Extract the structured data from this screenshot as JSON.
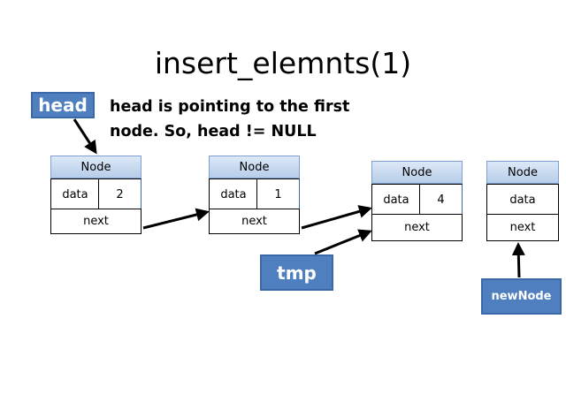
{
  "title": "insert_elemnts(1)",
  "head_label": "head",
  "note": {
    "line1": "head is pointing to the first",
    "line2": "node. So, head != NULL"
  },
  "tmp_label": "tmp",
  "newnode_label": "newNode",
  "nodes": [
    {
      "caption": "Node",
      "data_label": "data",
      "value": "2",
      "next_label": "next"
    },
    {
      "caption": "Node",
      "data_label": "data",
      "value": "1",
      "next_label": "next"
    },
    {
      "caption": "Node",
      "data_label": "data",
      "value": "4",
      "next_label": "next"
    },
    {
      "caption": "Node",
      "data_label": "data",
      "next_label": "next"
    }
  ],
  "colors": {
    "label_fill": "#4f7fbf",
    "caption_fill": "#c9daf0"
  }
}
